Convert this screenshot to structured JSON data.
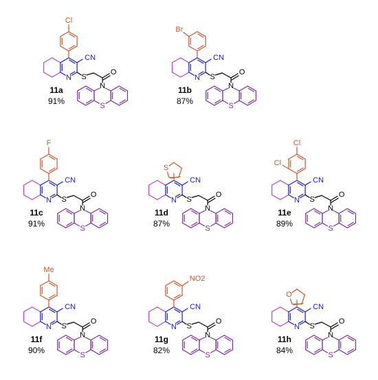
{
  "colors": {
    "aryl": "#d0542c",
    "cyclohexane": "#c040c0",
    "pyridine": "#1a1ad6",
    "linker": "#000000",
    "phenothiazine": "#7a2ca0"
  },
  "compounds": [
    {
      "id": "11a",
      "yield": "91%",
      "substituent": "4-chlorophenyl",
      "sub_text": "Cl",
      "sub_text2": ""
    },
    {
      "id": "11b",
      "yield": "87%",
      "substituent": "3-bromophenyl",
      "sub_text": "Br",
      "sub_text2": ""
    },
    {
      "id": "11c",
      "yield": "91%",
      "substituent": "4-fluorophenyl",
      "sub_text": "F",
      "sub_text2": ""
    },
    {
      "id": "11d",
      "yield": "87%",
      "substituent": "thiophen-2-yl",
      "sub_text": "S",
      "sub_text2": ""
    },
    {
      "id": "11e",
      "yield": "89%",
      "substituent": "2,4-dichlorophenyl",
      "sub_text": "Cl",
      "sub_text2": "Cl"
    },
    {
      "id": "11f",
      "yield": "90%",
      "substituent": "4-methylphenyl",
      "sub_text": "Me",
      "sub_text2": ""
    },
    {
      "id": "11g",
      "yield": "82%",
      "substituent": "3-nitrophenyl",
      "sub_text": "NO2",
      "sub_text2": ""
    },
    {
      "id": "11h",
      "yield": "84%",
      "substituent": "furan-2-yl",
      "sub_text": "O",
      "sub_text2": ""
    }
  ],
  "atoms": {
    "nitrile": "CN",
    "pyridine_n": "N",
    "thioether_s": "S",
    "carbonyl_o": "O",
    "ptz_n": "N",
    "ptz_s": "S"
  }
}
